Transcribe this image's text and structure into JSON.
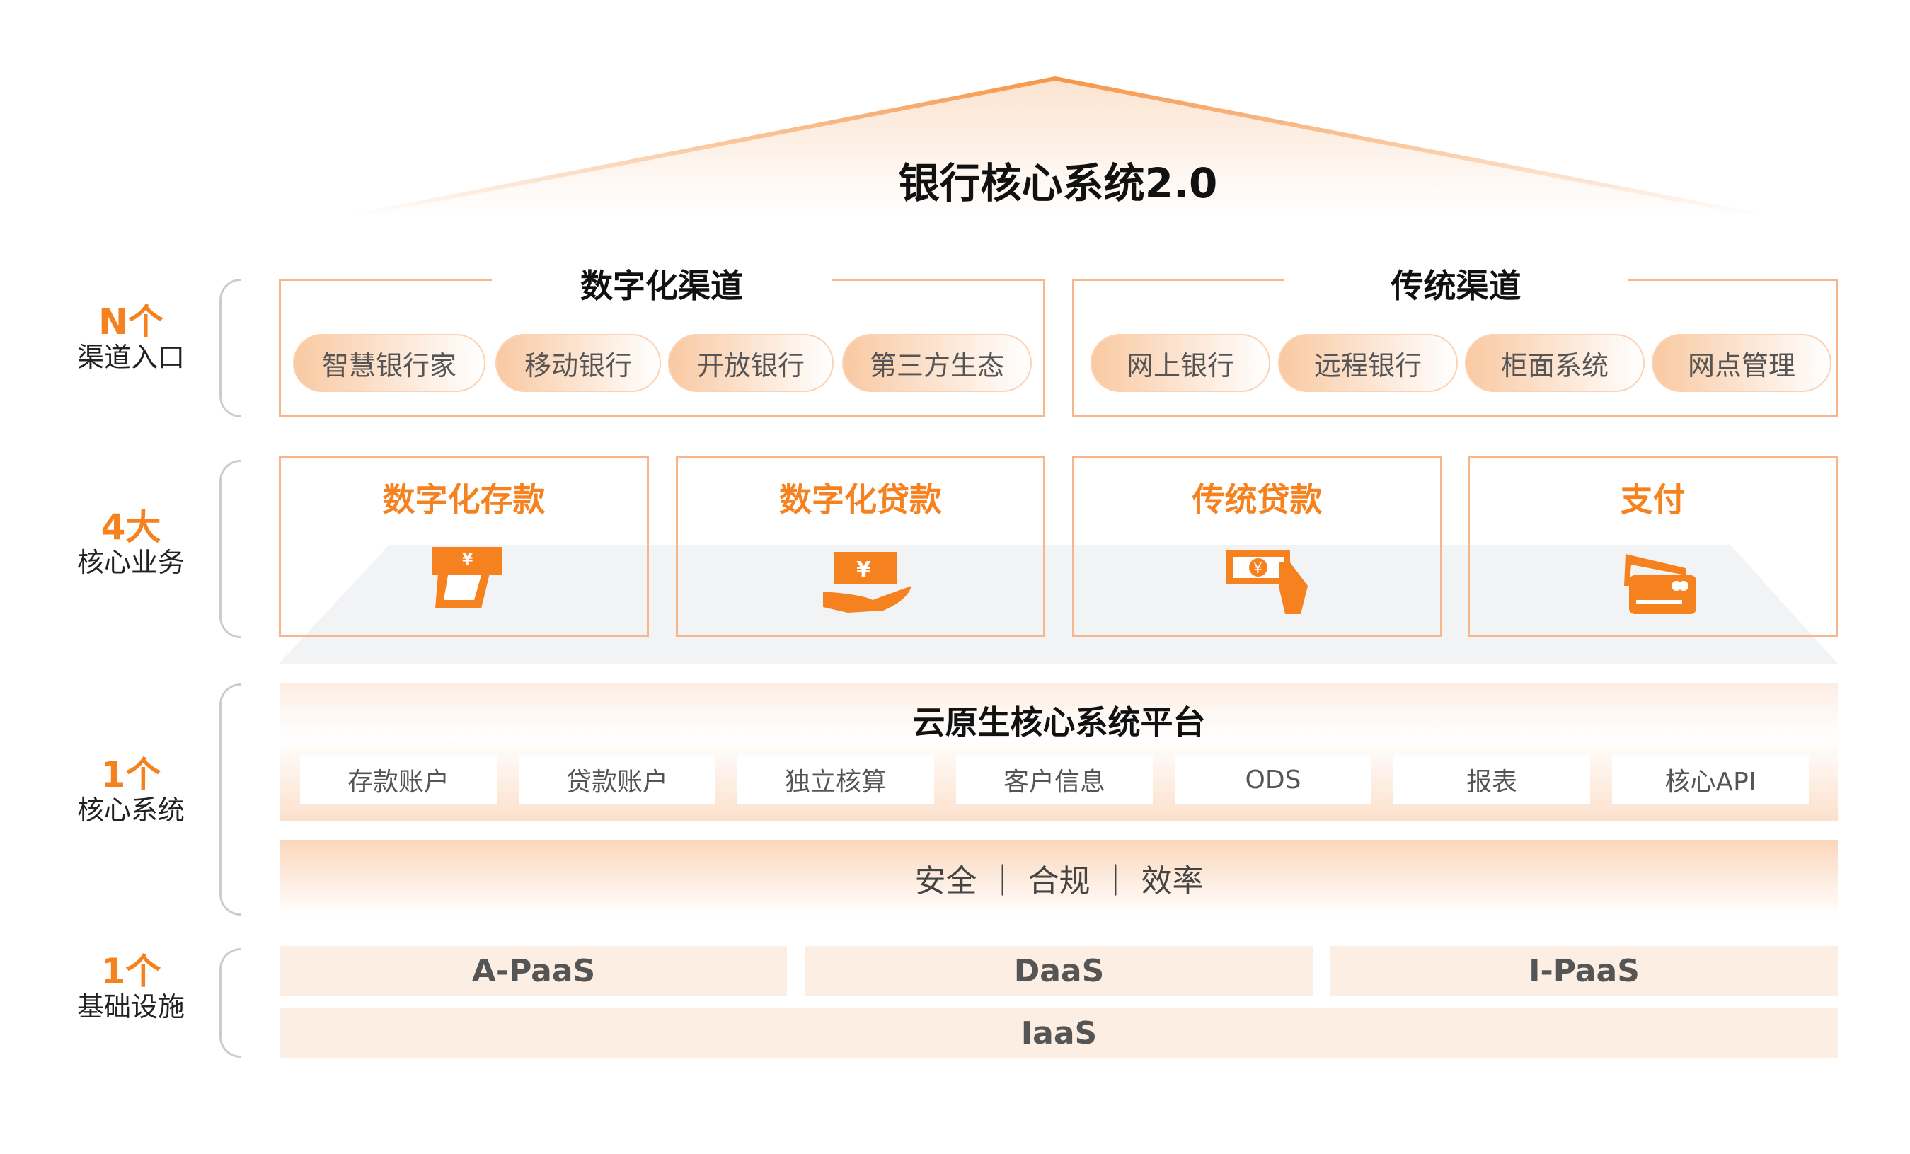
{
  "title": "银行核心系统2.0",
  "layers": [
    {
      "count": "N个",
      "name": "渠道入口"
    },
    {
      "count": "4大",
      "name": "核心业务"
    },
    {
      "count": "1个",
      "name": "核心系统"
    },
    {
      "count": "1个",
      "name": "基础设施"
    }
  ],
  "channels": {
    "digital": {
      "title": "数字化渠道",
      "items": [
        "智慧银行家",
        "移动银行",
        "开放银行",
        "第三方生态"
      ]
    },
    "traditional": {
      "title": "传统渠道",
      "items": [
        "网上银行",
        "远程银行",
        "柜面系统",
        "网点管理"
      ]
    }
  },
  "business": [
    {
      "label": "数字化存款",
      "icon": "atm-cash-icon"
    },
    {
      "label": "数字化贷款",
      "icon": "hand-money-icon"
    },
    {
      "label": "传统贷款",
      "icon": "hand-banknote-icon"
    },
    {
      "label": "支付",
      "icon": "credit-card-icon"
    }
  ],
  "platform": {
    "title": "云原生核心系统平台",
    "modules": [
      "存款账户",
      "贷款账户",
      "独立核算",
      "客户信息",
      "ODS",
      "报表",
      "核心API"
    ],
    "principles": "安全 ｜ 合规 ｜ 效率"
  },
  "infra": {
    "paas": [
      "A-PaaS",
      "DaaS",
      "I-PaaS"
    ],
    "iaas": "IaaS"
  },
  "colors": {
    "accent": "#f5821f",
    "border": "#f9b58a",
    "light": "#fdeee3"
  }
}
